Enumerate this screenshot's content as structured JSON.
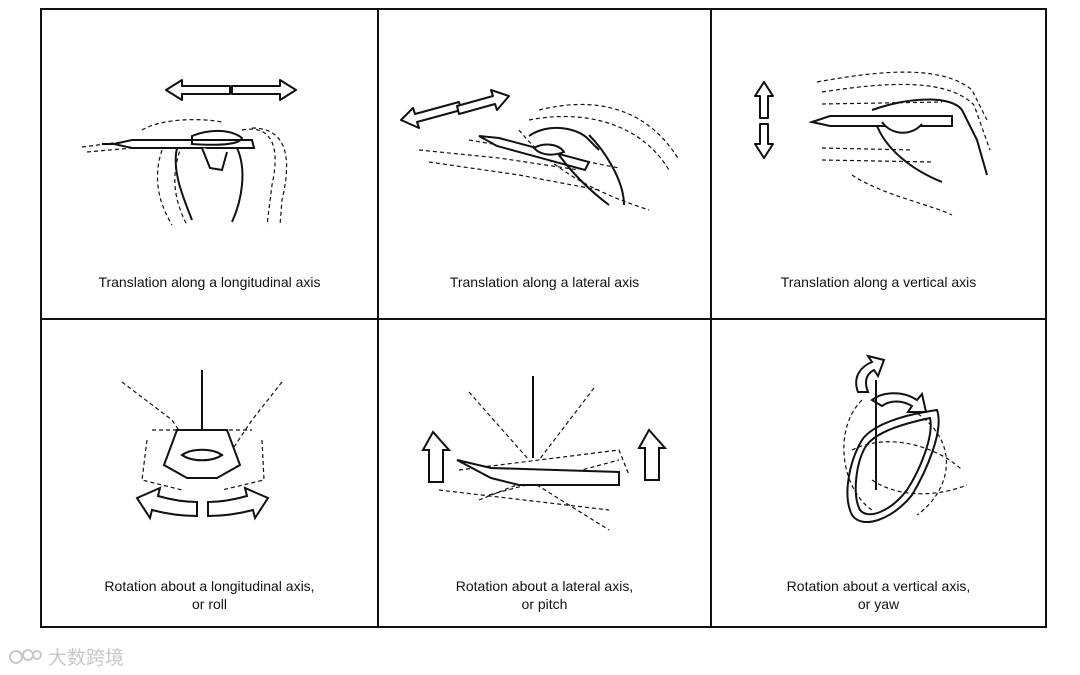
{
  "panels": [
    {
      "line1": "Translation along a longitudinal axis",
      "line2": ""
    },
    {
      "line1": "Translation along a lateral axis",
      "line2": ""
    },
    {
      "line1": "Translation along a vertical axis",
      "line2": ""
    },
    {
      "line1": "Rotation about a longitudinal axis,",
      "line2": "or roll"
    },
    {
      "line1": "Rotation about a lateral axis,",
      "line2": "or pitch"
    },
    {
      "line1": "Rotation about a vertical axis,",
      "line2": "or yaw"
    }
  ],
  "watermark": {
    "text": "大数跨境"
  }
}
